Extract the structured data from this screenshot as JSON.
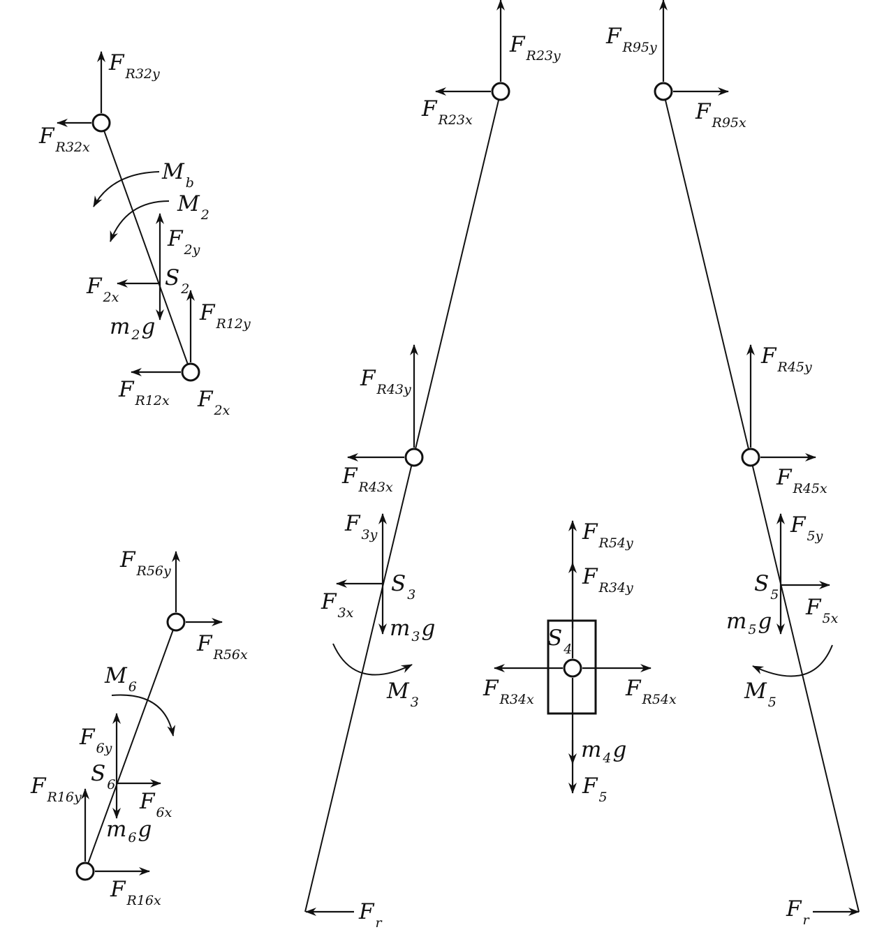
{
  "labels": {
    "FR32y": {
      "main": "F",
      "sub": "R32y"
    },
    "FR32x": {
      "main": "F",
      "sub": "R32x"
    },
    "Mb": {
      "main": "M",
      "sub": "b"
    },
    "M2": {
      "main": "M",
      "sub": "2"
    },
    "F2y": {
      "main": "F",
      "sub": "2y"
    },
    "S2": {
      "main": "S",
      "sub": "2"
    },
    "F2x_mid": {
      "main": "F",
      "sub": "2x"
    },
    "m2g": {
      "main": "m",
      "sub": "2",
      "tail": "g"
    },
    "FR12y": {
      "main": "F",
      "sub": "R12y"
    },
    "FR12x": {
      "main": "F",
      "sub": "R12x"
    },
    "F2x_low": {
      "main": "F",
      "sub": "2x"
    },
    "FR56y": {
      "main": "F",
      "sub": "R56y"
    },
    "FR56x": {
      "main": "F",
      "sub": "R56x"
    },
    "M6": {
      "main": "M",
      "sub": "6"
    },
    "F6y": {
      "main": "F",
      "sub": "6y"
    },
    "S6": {
      "main": "S",
      "sub": "6"
    },
    "F6x": {
      "main": "F",
      "sub": "6x"
    },
    "m6g": {
      "main": "m",
      "sub": "6",
      "tail": "g"
    },
    "FR16y": {
      "main": "F",
      "sub": "R16y"
    },
    "FR16x": {
      "main": "F",
      "sub": "R16x"
    },
    "FR23y": {
      "main": "F",
      "sub": "R23y"
    },
    "FR23x": {
      "main": "F",
      "sub": "R23x"
    },
    "FR43y": {
      "main": "F",
      "sub": "R43y"
    },
    "FR43x": {
      "main": "F",
      "sub": "R43x"
    },
    "F3y": {
      "main": "F",
      "sub": "3y"
    },
    "S3": {
      "main": "S",
      "sub": "3"
    },
    "F3x": {
      "main": "F",
      "sub": "3x"
    },
    "m3g": {
      "main": "m",
      "sub": "3",
      "tail": "g"
    },
    "M3": {
      "main": "M",
      "sub": "3"
    },
    "Fr_left": {
      "main": "F",
      "sub": "r"
    },
    "FR54y": {
      "main": "F",
      "sub": "R54y"
    },
    "FR34y": {
      "main": "F",
      "sub": "R34y"
    },
    "S4": {
      "main": "S",
      "sub": "4"
    },
    "FR34x": {
      "main": "F",
      "sub": "R34x"
    },
    "FR54x": {
      "main": "F",
      "sub": "R54x"
    },
    "m4g": {
      "main": "m",
      "sub": "4",
      "tail": "g"
    },
    "F5": {
      "main": "F",
      "sub": "5"
    },
    "FR95y": {
      "main": "F",
      "sub": "R95y"
    },
    "FR95x": {
      "main": "F",
      "sub": "R95x"
    },
    "FR45y": {
      "main": "F",
      "sub": "R45y"
    },
    "FR45x": {
      "main": "F",
      "sub": "R45x"
    },
    "F5y": {
      "main": "F",
      "sub": "5y"
    },
    "S5": {
      "main": "S",
      "sub": "5"
    },
    "F5x": {
      "main": "F",
      "sub": "5x"
    },
    "m5g": {
      "main": "m",
      "sub": "5",
      "tail": "g"
    },
    "M5": {
      "main": "M",
      "sub": "5"
    },
    "Fr_right": {
      "main": "F",
      "sub": "r"
    }
  }
}
